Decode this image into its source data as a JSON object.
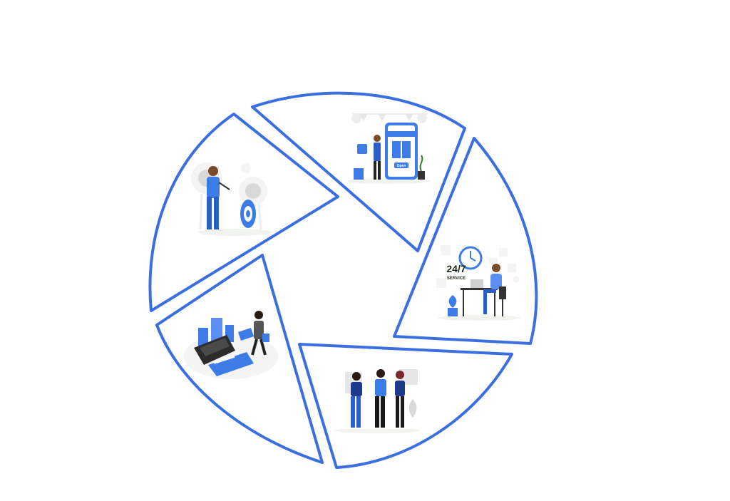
{
  "diagram": {
    "segment_gradient": {
      "light": "#7ab83a",
      "dark": "#2d4a12"
    },
    "border_color": "#3b6fe0",
    "accent_blue": "#3d7be6",
    "segments": [
      {
        "id": "targets",
        "icon": "archer-targets-icon"
      },
      {
        "id": "shop",
        "icon": "online-shop-icon",
        "button_label": "Open"
      },
      {
        "id": "support",
        "icon": "customer-support-icon",
        "clock_label": "24/7",
        "service_label": "SERVICE"
      },
      {
        "id": "team",
        "icon": "business-team-icon"
      },
      {
        "id": "payment",
        "icon": "card-payment-icon"
      }
    ]
  }
}
